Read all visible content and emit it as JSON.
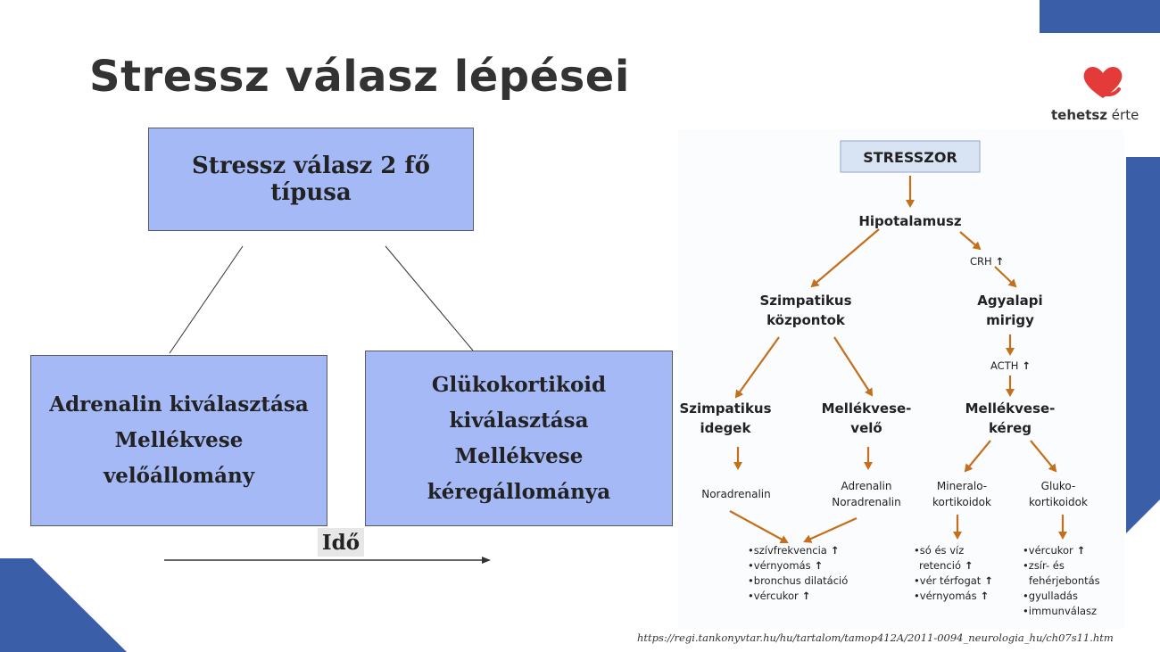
{
  "slide": {
    "title": "Stressz válasz lépései",
    "source_url": "https://regi.tankonyvtar.hu/hu/tartalom/tamop412A/2011-0094_neurologia_hu/ch07s11.htm"
  },
  "logo": {
    "brand_bold": "tehetsz",
    "brand_rest": " érte"
  },
  "left_diagram": {
    "top_box": "Stressz válasz 2 fő típusa",
    "left_box": [
      "Adrenalin kiválasztása",
      "Mellékvese",
      "velőállomány"
    ],
    "right_box": [
      "Glükokortikoid kiválasztása",
      "Mellékvese",
      "kéregállománya"
    ],
    "time_label": "Idő"
  },
  "flowchart": {
    "stressor": "STRESSZOR",
    "hypothalamus": "Hipotalamusz",
    "crh": "CRH",
    "sympathetic_centers": [
      "Szimpatikus",
      "központok"
    ],
    "pituitary": [
      "Agyalapi",
      "mirigy"
    ],
    "acth": "ACTH",
    "sympathetic_nerves": [
      "Szimpatikus",
      "idegek"
    ],
    "adrenal_medulla": [
      "Mellékvese-",
      "velő"
    ],
    "adrenal_cortex": [
      "Mellékvese-",
      "kéreg"
    ],
    "noradrenaline": "Noradrenalin",
    "adrenaline": [
      "Adrenalin",
      "Noradrenalin"
    ],
    "mineralocorticoids": [
      "Mineralo-",
      "kortikoidok"
    ],
    "glucocorticoids": [
      "Gluko-",
      "kortikoidok"
    ],
    "effects_sympathetic": [
      "•szívfrekvencia",
      "•vérnyomás",
      "•bronchus dilatáció",
      "•vércukor"
    ],
    "effects_mineralo": [
      "•só és víz",
      "retenció",
      "•vér térfogat",
      "•vérnyomás"
    ],
    "effects_gluco": [
      "•vércukor",
      "•zsír- és",
      "fehérjebontás",
      "•gyulladás",
      "•immunválasz"
    ]
  },
  "colors": {
    "box_fill": "#a4b9f6",
    "accent_blue": "#3a5ea8",
    "arrow_orange": "#c46f1c",
    "logo_red": "#e53a3a"
  }
}
